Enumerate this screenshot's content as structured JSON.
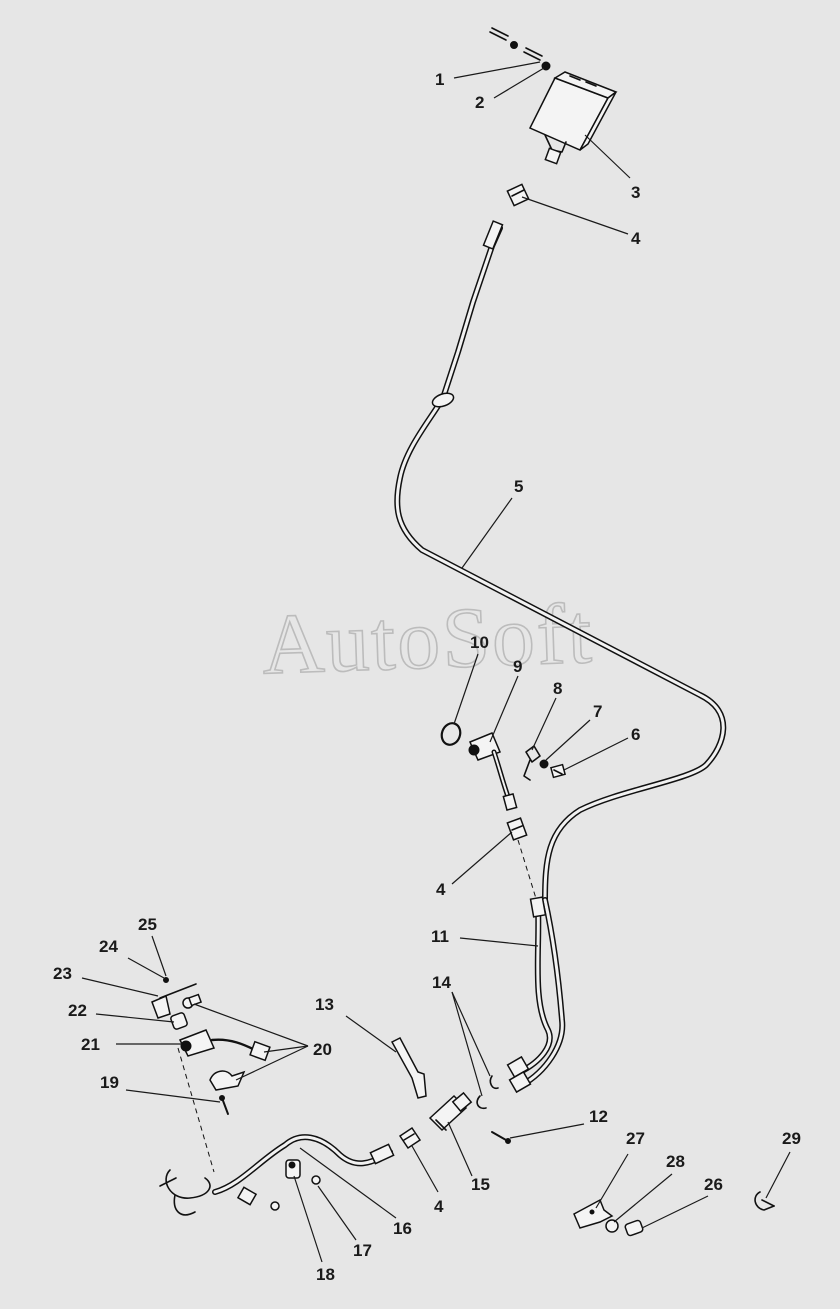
{
  "watermark": "AutoSoft",
  "colors": {
    "background": "#e6e6e6",
    "ink": "#111111",
    "watermark": "#bcbcbc"
  },
  "callouts": {
    "c1": "1",
    "c2": "2",
    "c3": "3",
    "c4a": "4",
    "c4b": "4",
    "c4c": "4",
    "c5": "5",
    "c6": "6",
    "c7": "7",
    "c8": "8",
    "c9": "9",
    "c10": "10",
    "c11": "11",
    "c12": "12",
    "c13": "13",
    "c14": "14",
    "c15": "15",
    "c16": "16",
    "c17": "17",
    "c18": "18",
    "c19": "19",
    "c20": "20",
    "c21": "21",
    "c22": "22",
    "c23": "23",
    "c24": "24",
    "c25": "25",
    "c26": "26",
    "c27": "27",
    "c28": "28",
    "c29": "29"
  }
}
